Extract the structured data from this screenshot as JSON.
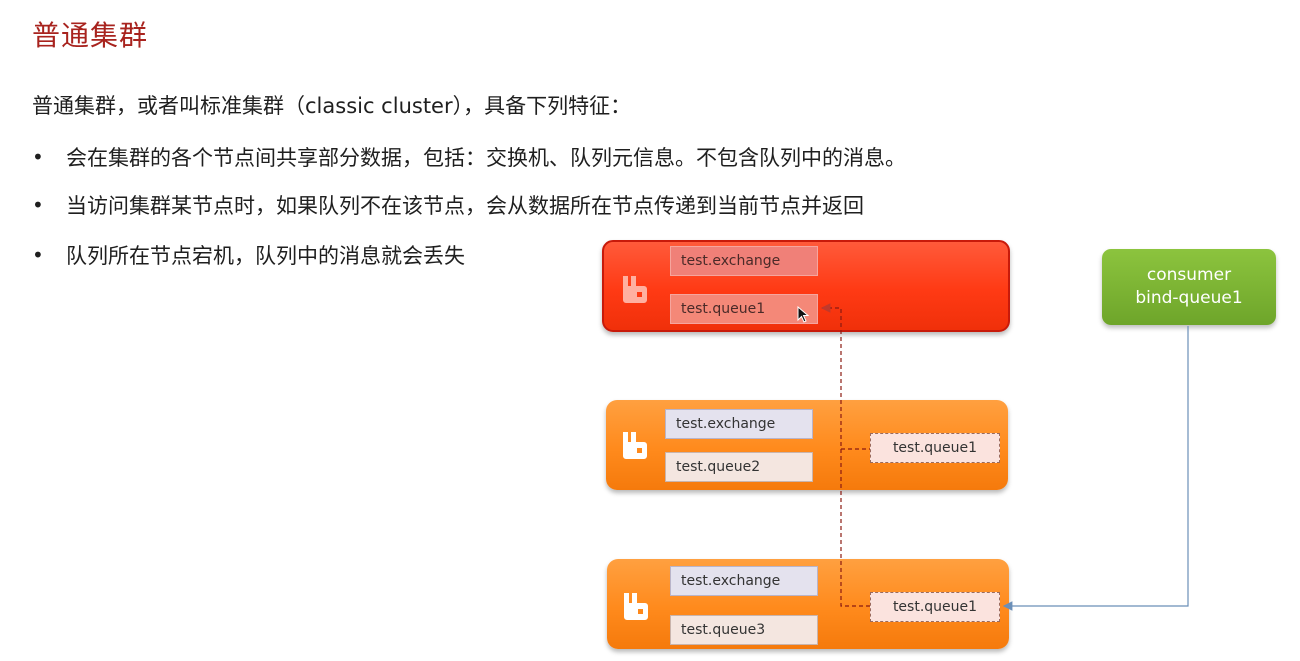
{
  "title": "普通集群",
  "intro": "普通集群，或者叫标准集群（classic cluster），具备下列特征：",
  "bullets": [
    "会在集群的各个节点间共享部分数据，包括：交换机、队列元信息。不包含队列中的消息。",
    "当访问集群某节点时，如果队列不在该节点，会从数据所在节点传递到当前节点并返回",
    "队列所在节点宕机，队列中的消息就会丢失"
  ],
  "bullet_marker": "•",
  "diagram": {
    "nodes": [
      {
        "exchange": "test.exchange",
        "queue": "test.queue1",
        "status": "down",
        "color": "#ff3a14"
      },
      {
        "exchange": "test.exchange",
        "queue": "test.queue2",
        "mirror": "test.queue1",
        "color": "#ff8a1c"
      },
      {
        "exchange": "test.exchange",
        "queue": "test.queue3",
        "mirror": "test.queue1",
        "color": "#ff8a1c"
      }
    ],
    "consumer": {
      "line1": "consumer",
      "line2": "bind-queue1",
      "color": "#6ea52a"
    },
    "icons": {
      "node": "rabbitmq-icon",
      "cursor": "mouse-pointer-icon"
    }
  }
}
